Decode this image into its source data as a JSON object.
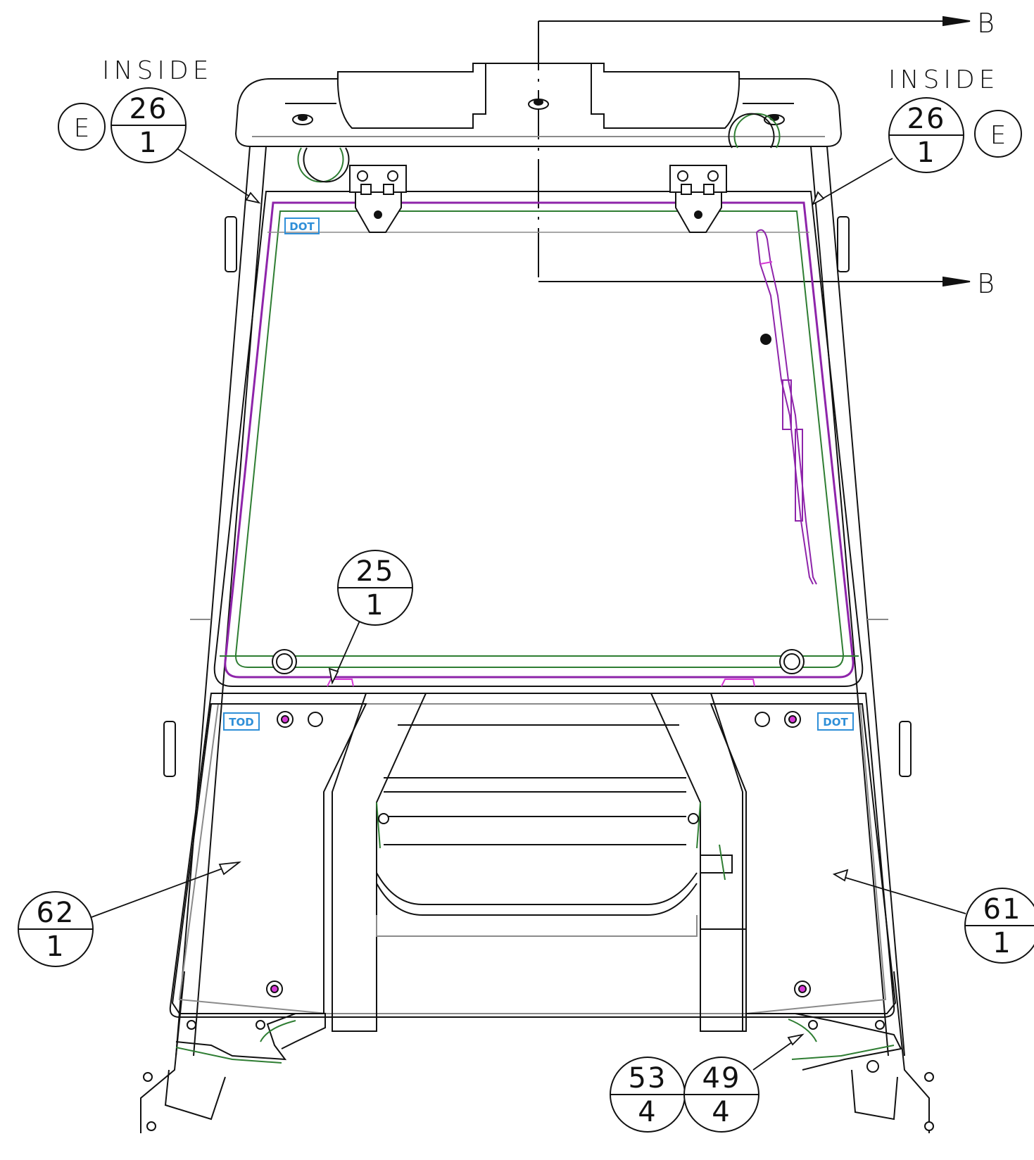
{
  "section_marker": "B",
  "inside_label": "INSIDE",
  "detail_letter": "E",
  "dot_label": "DOT",
  "dot_label_mirrored": "TOD",
  "callouts": {
    "top_left": {
      "top": "26",
      "bottom": "1"
    },
    "top_right": {
      "top": "26",
      "bottom": "1"
    },
    "center": {
      "top": "25",
      "bottom": "1"
    },
    "left_panel": {
      "top": "62",
      "bottom": "1"
    },
    "right_panel": {
      "top": "61",
      "bottom": "1"
    },
    "bottom_a": {
      "top": "53",
      "bottom": "4"
    },
    "bottom_b": {
      "top": "49",
      "bottom": "4"
    }
  },
  "colors": {
    "line": "#111111",
    "gray": "#8a8a8a",
    "green": "#2e7d32",
    "purple": "#8e24aa",
    "magenta": "#d63ad6",
    "dot_blue": "#2f8fd8"
  }
}
